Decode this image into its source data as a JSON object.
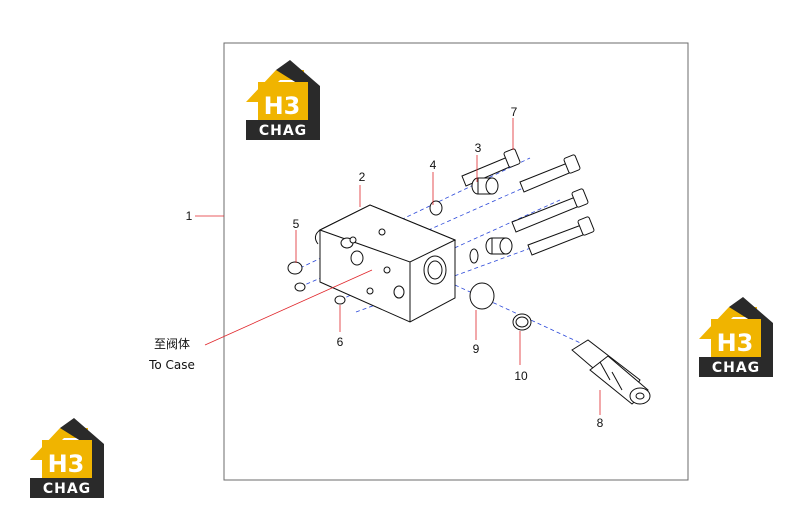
{
  "callouts": {
    "c1": "1",
    "c2": "2",
    "c3": "3",
    "c4": "4",
    "c5": "5",
    "c6": "6",
    "c7": "7",
    "c8": "8",
    "c9": "9",
    "c10": "10"
  },
  "note": {
    "chinese": "至阀体",
    "english": "To Case"
  },
  "watermark": {
    "mark": "H3",
    "name": "CHAG"
  },
  "colors": {
    "logo_yellow": "#f0b400",
    "logo_dark": "#2a2a2a",
    "leader_red": "#e0262b",
    "axis_blue": "#2b48d9",
    "line": "#111111",
    "frame": "#6b6b6b"
  }
}
